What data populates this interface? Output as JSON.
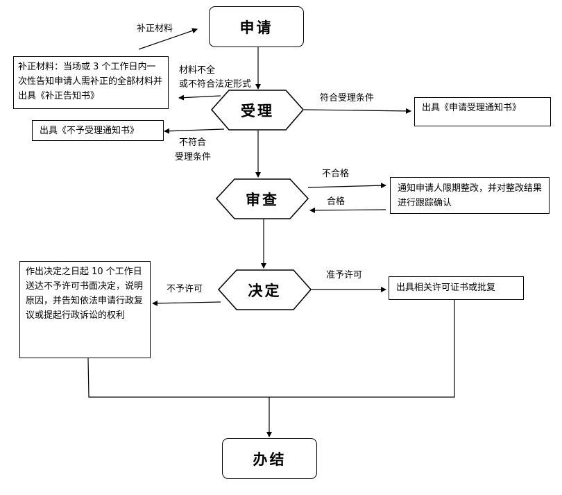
{
  "nodes": {
    "apply": "申请",
    "accept": "受理",
    "review": "审查",
    "decide": "决定",
    "finish": "办结"
  },
  "boxes": {
    "supplement_note": "补正材料：当场或 3 个工作日内一次性告知申请人需补正的全部材料并出具《补正告知书》",
    "not_accepted_notice": "出具《不予受理通知书》",
    "accepted_notice": "出具《申请受理通知书》",
    "rectify_notice": "通知申请人限期整改，并对整改结果进行跟踪确认",
    "deny_decision": "作出决定之日起 10 个工作日送达不予许可书面决定，说明原因，并告知依法申请行政复议或提起行政诉讼的权利",
    "approve_issue": "出具相关许可证书或批复"
  },
  "labels": {
    "supplement": "补正材料",
    "incomplete_line1": "材料不全",
    "incomplete_line2": "或不符合法定形式",
    "meets_conditions": "符合受理条件",
    "not_meet_line1": "不符合",
    "not_meet_line2": "受理条件",
    "unqualified": "不合格",
    "qualified": "合格",
    "deny": "不予许可",
    "approve": "准予许可"
  }
}
